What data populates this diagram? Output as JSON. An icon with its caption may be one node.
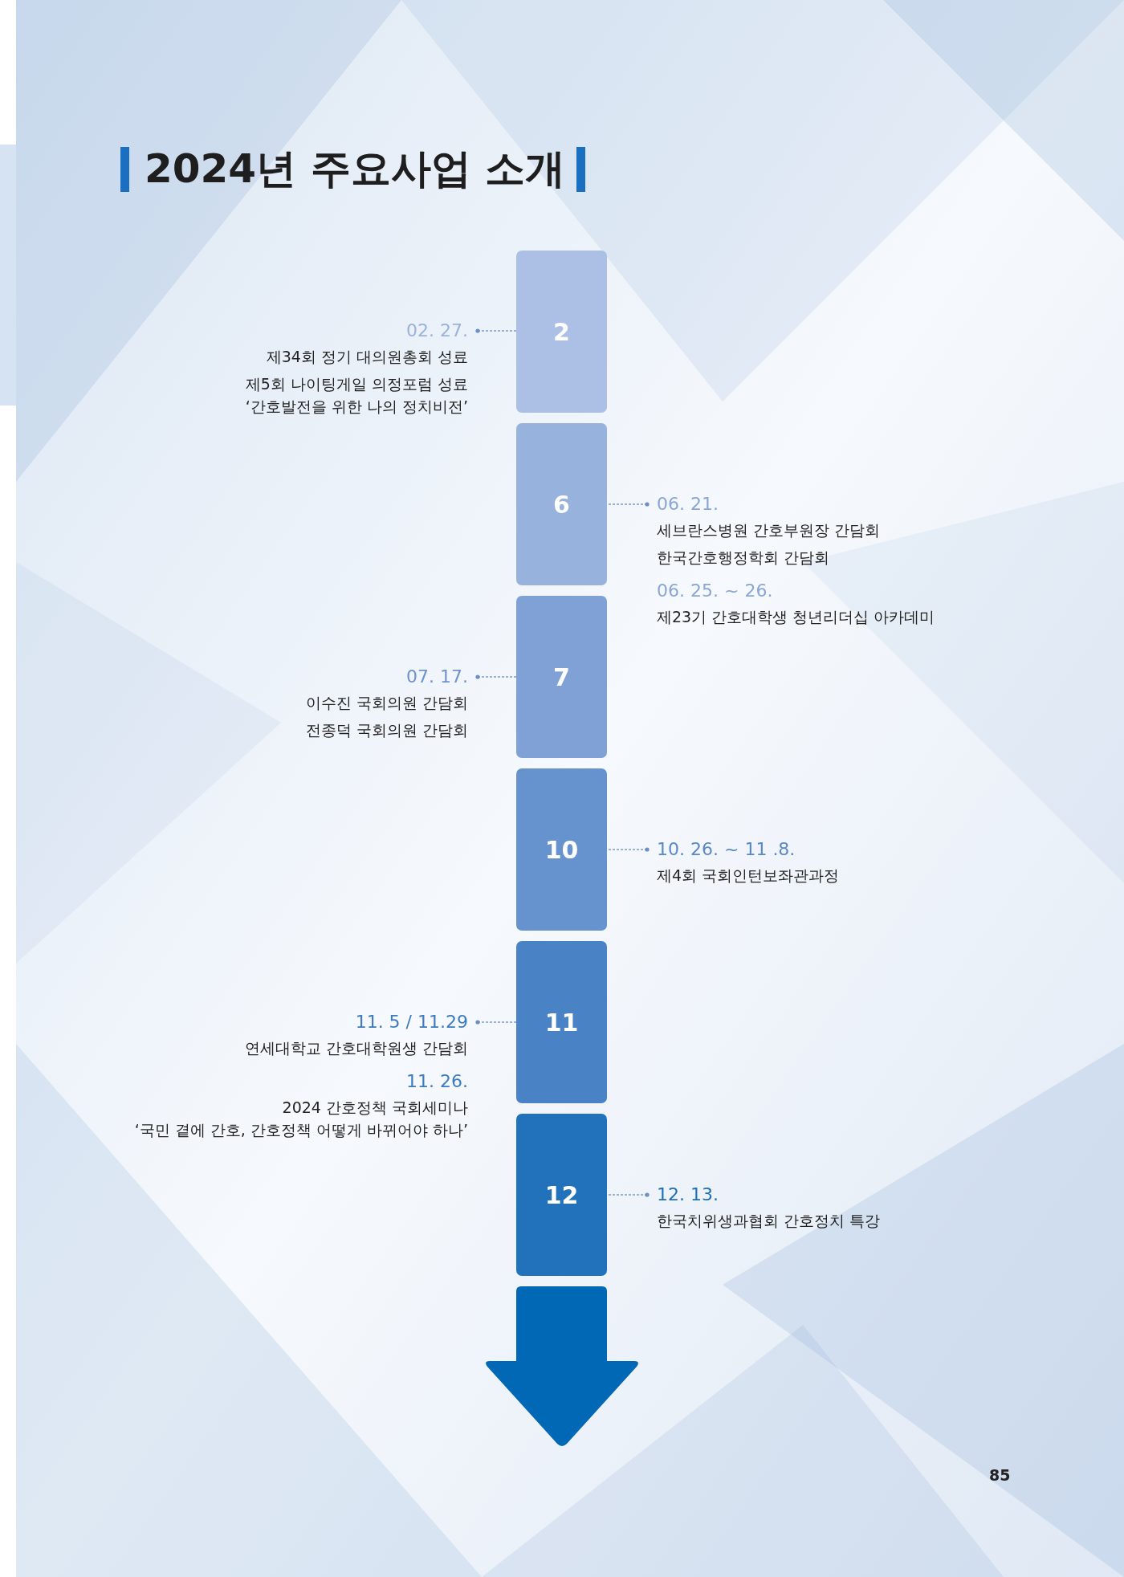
{
  "diagram": {
    "title": "2024년 주요사업 소개",
    "nodes": [
      {
        "text": [
          "2"
        ]
      },
      {
        "text": [
          "6"
        ]
      },
      {
        "text": [
          "7"
        ]
      },
      {
        "text": [
          "10"
        ]
      },
      {
        "text": [
          "11"
        ]
      },
      {
        "text": [
          "12"
        ]
      },
      {
        "text": [
          "02. 27.",
          "제34회 정기 대의원총회 성료",
          "제5회 나이팅게일 의정포럼 성료 ‘간호발전을 위한 나의 정치비전’"
        ]
      },
      {
        "text": [
          "06. 21.",
          "세브란스병원 간호부원장 간담회",
          "한국간호행정학회 간담회",
          "06. 25. ~ 26.",
          "제23기 간호대학생 청년리더십 아카데미"
        ]
      },
      {
        "text": [
          "07. 17.",
          "이수진 국회의원 간담회",
          "전종덕 국회의원 간담회"
        ]
      },
      {
        "text": [
          "10. 26. ~ 11 .8.",
          "제4회 국회인턴보좌관과정"
        ]
      },
      {
        "text": [
          "11. 5 / 11.29",
          "연세대학교 간호대학원생 간담회",
          "11. 26.",
          "2024 간호정책 국회세미나 ‘국민 곁에 간호, 간호정책 어떻게 바뀌어야 하나’"
        ]
      },
      {
        "text": [
          "12. 13.",
          "한국치위생과협회 간호정치 특강"
        ]
      }
    ],
    "edges": [
      {
        "from": 6,
        "to": 0,
        "arrow": "other",
        "style": "dashed"
      },
      {
        "from": 7,
        "to": 1,
        "arrow": "other",
        "style": "dashed"
      },
      {
        "from": 8,
        "to": 2,
        "arrow": "other",
        "style": "dashed"
      },
      {
        "from": 9,
        "to": 3,
        "arrow": "other",
        "style": "dashed"
      },
      {
        "from": 10,
        "to": 4,
        "arrow": "other",
        "style": "dashed"
      },
      {
        "from": 11,
        "to": 5,
        "arrow": "other",
        "style": "dashed"
      }
    ],
    "labels": [
      "85"
    ]
  }
}
